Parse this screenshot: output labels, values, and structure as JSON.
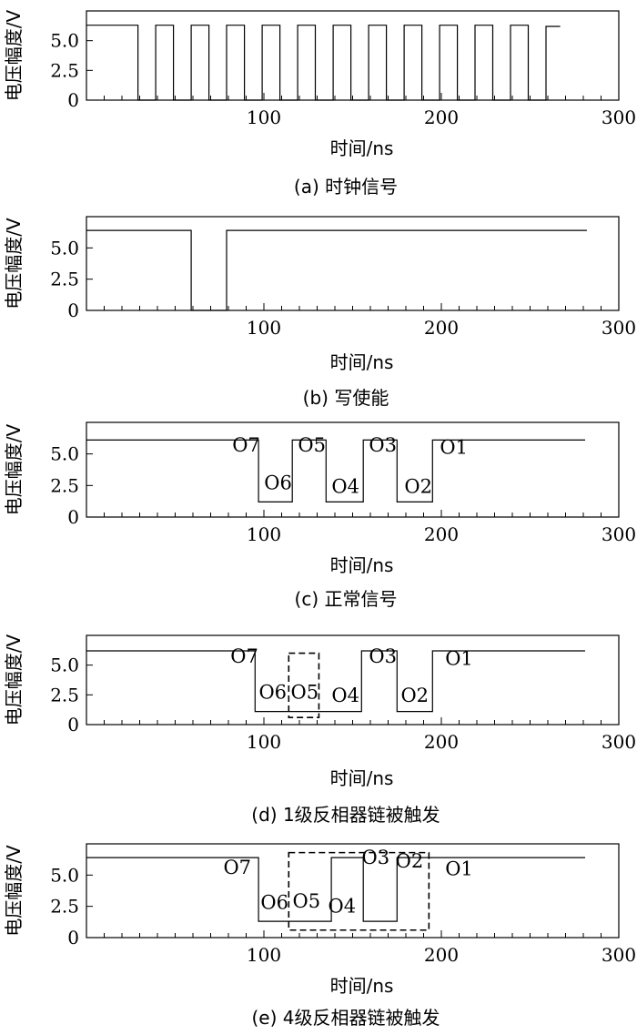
{
  "chart_data": [
    {
      "type": "line",
      "caption": "(a) 时钟信号",
      "xlabel": "时间/ns",
      "ylabel": "电压幅度/V",
      "xlim": [
        0,
        300
      ],
      "ylim": [
        0,
        7.5
      ],
      "x_ticks": [
        100,
        200,
        300
      ],
      "y_ticks": [
        0,
        2.5,
        5.0
      ],
      "y_tick_labels": [
        "0",
        "2.5",
        "5.0"
      ],
      "series": [
        {
          "points": [
            [
              0,
              6.3
            ],
            [
              29,
              6.3
            ],
            [
              29,
              0
            ],
            [
              39,
              0
            ],
            [
              39,
              6.3
            ],
            [
              49,
              6.3
            ],
            [
              49,
              0
            ],
            [
              59,
              0
            ],
            [
              59,
              6.3
            ],
            [
              69,
              6.3
            ],
            [
              69,
              0
            ],
            [
              79,
              0
            ],
            [
              79,
              6.3
            ],
            [
              89,
              6.3
            ],
            [
              89,
              0
            ],
            [
              99,
              0
            ],
            [
              99,
              6.3
            ],
            [
              109,
              6.3
            ],
            [
              109,
              0
            ],
            [
              119,
              0
            ],
            [
              119,
              6.3
            ],
            [
              129,
              6.3
            ],
            [
              129,
              0
            ],
            [
              139,
              0
            ],
            [
              139,
              6.3
            ],
            [
              149,
              6.3
            ],
            [
              149,
              0
            ],
            [
              159,
              0
            ],
            [
              159,
              6.3
            ],
            [
              169,
              6.3
            ],
            [
              169,
              0
            ],
            [
              179,
              0
            ],
            [
              179,
              6.3
            ],
            [
              189,
              6.3
            ],
            [
              189,
              0
            ],
            [
              199,
              0
            ],
            [
              199,
              6.3
            ],
            [
              209,
              6.3
            ],
            [
              209,
              0
            ],
            [
              219,
              0
            ],
            [
              219,
              6.3
            ],
            [
              229,
              6.3
            ],
            [
              229,
              0
            ],
            [
              239,
              0
            ],
            [
              239,
              6.3
            ],
            [
              249,
              6.3
            ],
            [
              249,
              0
            ],
            [
              259,
              0
            ],
            [
              259,
              6.2
            ],
            [
              267,
              6.2
            ]
          ]
        }
      ],
      "annotations": [],
      "boxes": []
    },
    {
      "type": "line",
      "caption": "(b) 写使能",
      "xlabel": "时间/ns",
      "ylabel": "电压幅度/V",
      "xlim": [
        0,
        300
      ],
      "ylim": [
        0,
        7.5
      ],
      "x_ticks": [
        100,
        200,
        300
      ],
      "y_ticks": [
        0,
        2.5,
        5.0
      ],
      "y_tick_labels": [
        "0",
        "2.5",
        "5.0"
      ],
      "series": [
        {
          "points": [
            [
              0,
              6.4
            ],
            [
              59,
              6.4
            ],
            [
              59,
              0
            ],
            [
              79,
              0
            ],
            [
              79,
              6.4
            ],
            [
              282,
              6.4
            ]
          ]
        }
      ],
      "annotations": [],
      "boxes": []
    },
    {
      "type": "line",
      "caption": "(c) 正常信号",
      "xlabel": "时间/ns",
      "ylabel": "电压幅度/V",
      "xlim": [
        0,
        300
      ],
      "ylim": [
        0,
        7.5
      ],
      "x_ticks": [
        100,
        200,
        300
      ],
      "y_ticks": [
        0,
        2.5,
        5.0
      ],
      "y_tick_labels": [
        "0",
        "2.5",
        "5.0"
      ],
      "series": [
        {
          "points": [
            [
              0,
              6.1
            ],
            [
              97,
              6.1
            ],
            [
              97,
              1.2
            ],
            [
              116,
              1.2
            ],
            [
              116,
              6.1
            ],
            [
              135,
              6.1
            ],
            [
              135,
              1.2
            ],
            [
              156,
              1.2
            ],
            [
              156,
              6.1
            ],
            [
              175,
              6.1
            ],
            [
              175,
              1.2
            ],
            [
              195,
              1.2
            ],
            [
              195,
              6.1
            ],
            [
              281,
              6.1
            ]
          ]
        }
      ],
      "annotations": [
        {
          "text": "O7",
          "x": 90,
          "y": 5.2
        },
        {
          "text": "O6",
          "x": 108,
          "y": 2.2
        },
        {
          "text": "O5",
          "x": 127,
          "y": 5.2
        },
        {
          "text": "O4",
          "x": 146,
          "y": 1.9
        },
        {
          "text": "O3",
          "x": 167,
          "y": 5.2
        },
        {
          "text": "O2",
          "x": 187,
          "y": 1.9
        },
        {
          "text": "O1",
          "x": 207,
          "y": 5.0
        }
      ],
      "boxes": []
    },
    {
      "type": "line",
      "caption": "(d) 1级反相器链被触发",
      "xlabel": "时间/ns",
      "ylabel": "电压幅度/V",
      "xlim": [
        0,
        300
      ],
      "ylim": [
        0,
        7.5
      ],
      "x_ticks": [
        100,
        200,
        300
      ],
      "y_ticks": [
        0,
        2.5,
        5.0
      ],
      "y_tick_labels": [
        "0",
        "2.5",
        "5.0"
      ],
      "series": [
        {
          "points": [
            [
              0,
              6.2
            ],
            [
              95,
              6.2
            ],
            [
              95,
              1.1
            ],
            [
              155,
              1.1
            ],
            [
              155,
              6.2
            ],
            [
              175,
              6.2
            ],
            [
              175,
              1.1
            ],
            [
              195,
              1.1
            ],
            [
              195,
              6.2
            ],
            [
              281,
              6.2
            ]
          ]
        }
      ],
      "annotations": [
        {
          "text": "O7",
          "x": 89,
          "y": 5.2
        },
        {
          "text": "O6",
          "x": 105,
          "y": 2.2
        },
        {
          "text": "O5",
          "x": 123,
          "y": 2.2
        },
        {
          "text": "O4",
          "x": 146,
          "y": 1.9
        },
        {
          "text": "O3",
          "x": 167,
          "y": 5.2
        },
        {
          "text": "O2",
          "x": 185,
          "y": 1.9
        },
        {
          "text": "O1",
          "x": 210,
          "y": 5.0
        }
      ],
      "boxes": [
        {
          "x0": 114,
          "x1": 131,
          "y0": 0.6,
          "y1": 6.0
        }
      ]
    },
    {
      "type": "line",
      "caption": "(e) 4级反相器链被触发",
      "xlabel": "时间/ns",
      "ylabel": "电压幅度/V",
      "xlim": [
        0,
        300
      ],
      "ylim": [
        0,
        7.5
      ],
      "x_ticks": [
        100,
        200,
        300
      ],
      "y_ticks": [
        0,
        2.5,
        5.0
      ],
      "y_tick_labels": [
        "0",
        "2.5",
        "5.0"
      ],
      "series": [
        {
          "points": [
            [
              0,
              6.4
            ],
            [
              97,
              6.4
            ],
            [
              97,
              1.3
            ],
            [
              138,
              1.3
            ],
            [
              138,
              6.4
            ],
            [
              156,
              6.4
            ],
            [
              156,
              1.3
            ],
            [
              175,
              1.3
            ],
            [
              175,
              6.4
            ],
            [
              281,
              6.4
            ]
          ]
        }
      ],
      "annotations": [
        {
          "text": "O7",
          "x": 85,
          "y": 5.1
        },
        {
          "text": "O6",
          "x": 106,
          "y": 2.3
        },
        {
          "text": "O5",
          "x": 124,
          "y": 2.4
        },
        {
          "text": "O4",
          "x": 144,
          "y": 2.0
        },
        {
          "text": "O3",
          "x": 163,
          "y": 5.9
        },
        {
          "text": "O2",
          "x": 182,
          "y": 5.6
        },
        {
          "text": "O1",
          "x": 210,
          "y": 5.0
        }
      ],
      "boxes": [
        {
          "x0": 114,
          "x1": 193,
          "y0": 0.6,
          "y1": 6.8
        }
      ]
    }
  ]
}
